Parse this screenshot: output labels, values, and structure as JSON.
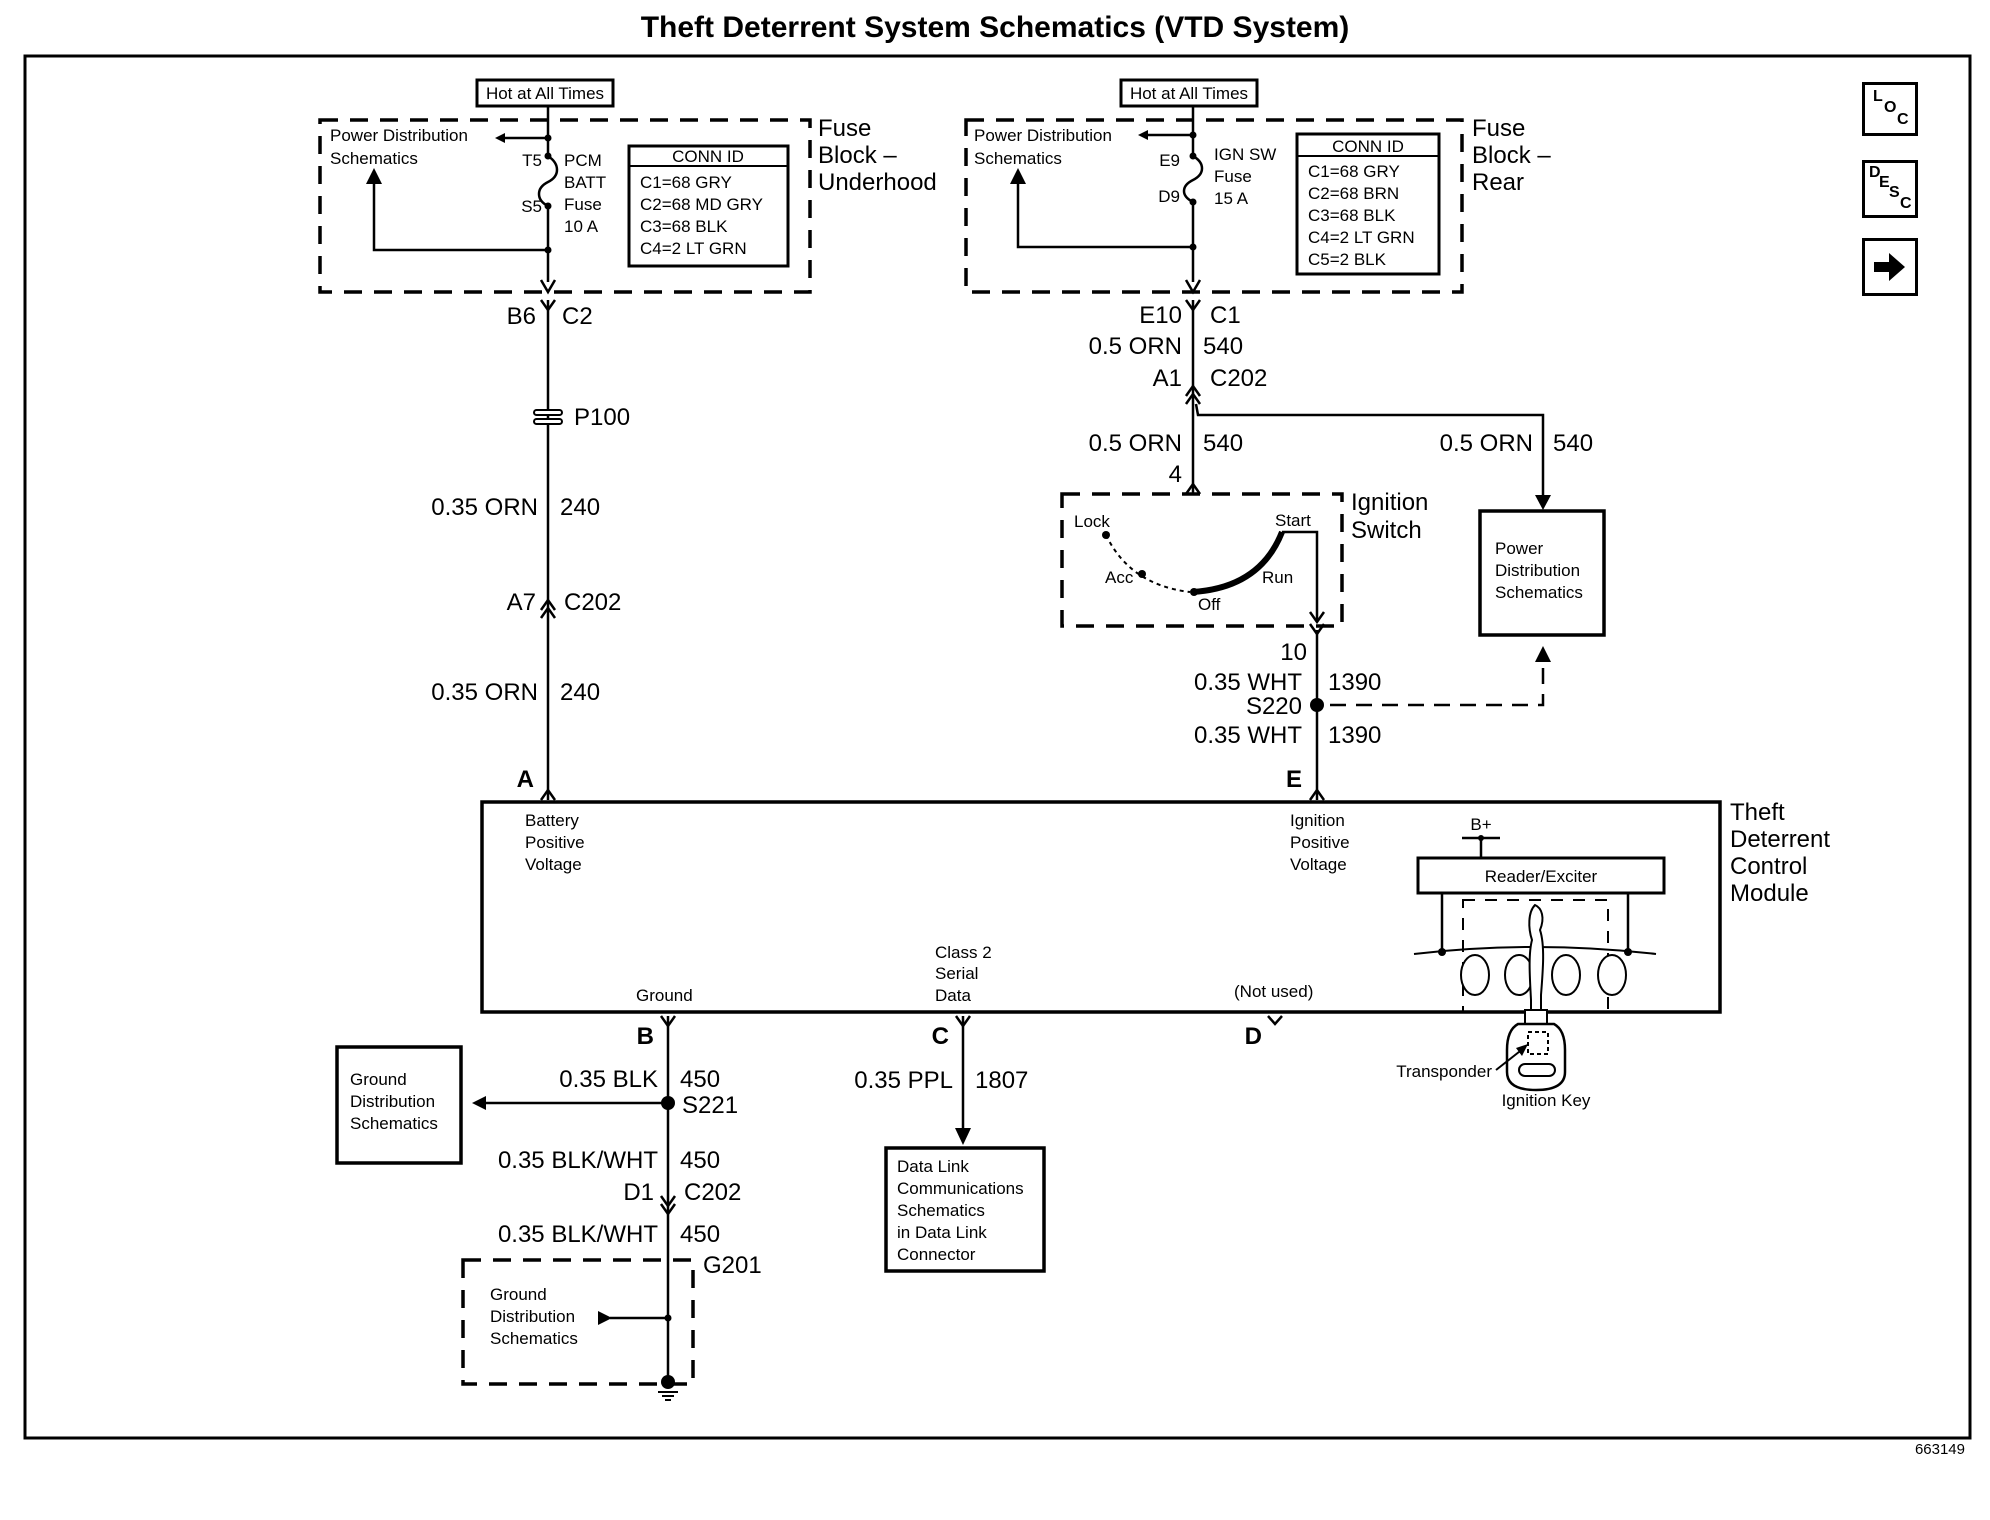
{
  "title": "Theft Deterrent System Schematics (VTD System)",
  "figure_id": "663149",
  "nav": {
    "loc": {
      "letters": [
        "L",
        "O",
        "C"
      ]
    },
    "desc": {
      "letters": [
        "D",
        "E",
        "S",
        "C"
      ]
    },
    "next": {
      "icon": "arrow-right-icon"
    }
  },
  "fuse_block_underhood": {
    "hot_label": "Hot at All Times",
    "name_lines": [
      "Fuse",
      "Block –",
      "Underhood"
    ],
    "pds_lines": [
      "Power Distribution",
      "Schematics"
    ],
    "terminal_top": "T5",
    "terminal_bottom": "S5",
    "fuse_lines": [
      "PCM",
      "BATT",
      "Fuse",
      "10 A"
    ],
    "conn_id": {
      "header": "CONN ID",
      "rows": [
        "C1=68 GRY",
        "C2=68 MD GRY",
        "C3=68 BLK",
        "C4=2 LT GRN"
      ]
    }
  },
  "fuse_block_rear": {
    "hot_label": "Hot at All Times",
    "name_lines": [
      "Fuse",
      "Block –",
      "Rear"
    ],
    "pds_lines": [
      "Power Distribution",
      "Schematics"
    ],
    "terminal_top": "E9",
    "terminal_bottom": "D9",
    "fuse_lines": [
      "IGN SW",
      "Fuse",
      "15 A"
    ],
    "conn_id": {
      "header": "CONN ID",
      "rows": [
        "C1=68 GRY",
        "C2=68 BRN",
        "C3=68 BLK",
        "C4=2 LT GRN",
        "C5=2 BLK"
      ]
    }
  },
  "circuit_battery": {
    "conn_top_pin": "B6",
    "conn_top_id": "C2",
    "splice_pack": "P100",
    "wire1": {
      "gauge_color": "0.35 ORN",
      "circuit": "240"
    },
    "conn_mid_pin": "A7",
    "conn_mid_id": "C202",
    "wire2": {
      "gauge_color": "0.35 ORN",
      "circuit": "240"
    },
    "module_pin": "A"
  },
  "circuit_ignition": {
    "conn_top_pin": "E10",
    "conn_top_id": "C1",
    "wire1": {
      "gauge_color": "0.5 ORN",
      "circuit": "540"
    },
    "conn_mid_pin": "A1",
    "conn_mid_id": "C202",
    "wire2": {
      "gauge_color": "0.5 ORN",
      "circuit": "540"
    },
    "branch_wire": {
      "gauge_color": "0.5 ORN",
      "circuit": "540"
    },
    "switch_in_pin": "4",
    "switch_out_pin": "10",
    "wire3": {
      "gauge_color": "0.35 WHT",
      "circuit": "1390"
    },
    "splice": "S220",
    "wire4": {
      "gauge_color": "0.35 WHT",
      "circuit": "1390"
    },
    "module_pin": "E"
  },
  "ignition_switch": {
    "name_lines": [
      "Ignition",
      "Switch"
    ],
    "positions": [
      "Lock",
      "Acc",
      "Off",
      "Run",
      "Start"
    ]
  },
  "pds_right": {
    "lines": [
      "Power",
      "Distribution",
      "Schematics"
    ]
  },
  "module": {
    "name_lines": [
      "Theft",
      "Deterrent",
      "Control",
      "Module"
    ],
    "pin_a_label": [
      "Battery",
      "Positive",
      "Voltage"
    ],
    "pin_e_label": [
      "Ignition",
      "Positive",
      "Voltage"
    ],
    "pin_b_label": "Ground",
    "pin_c_label": [
      "Class 2",
      "Serial",
      "Data"
    ],
    "pin_d_label": "(Not used)",
    "b_plus": "B+",
    "reader": "Reader/Exciter",
    "transponder": "Transponder",
    "ignition_key": "Ignition Key"
  },
  "circuit_ground": {
    "module_pin": "B",
    "wire1": {
      "gauge_color": "0.35 BLK",
      "circuit": "450"
    },
    "splice": "S221",
    "wire2": {
      "gauge_color": "0.35 BLK/WHT",
      "circuit": "450"
    },
    "conn_pin": "D1",
    "conn_id": "C202",
    "wire3": {
      "gauge_color": "0.35 BLK/WHT",
      "circuit": "450"
    },
    "ground": "G201",
    "gds_left_lines": [
      "Ground",
      "Distribution",
      "Schematics"
    ],
    "gds_inner_lines": [
      "Ground",
      "Distribution",
      "Schematics"
    ]
  },
  "circuit_data": {
    "module_pin": "C",
    "wire1": {
      "gauge_color": "0.35 PPL",
      "circuit": "1807"
    },
    "dlc_lines": [
      "Data Link",
      "Communications",
      "Schematics",
      "in Data Link",
      "Connector"
    ]
  },
  "pin_d": "D"
}
